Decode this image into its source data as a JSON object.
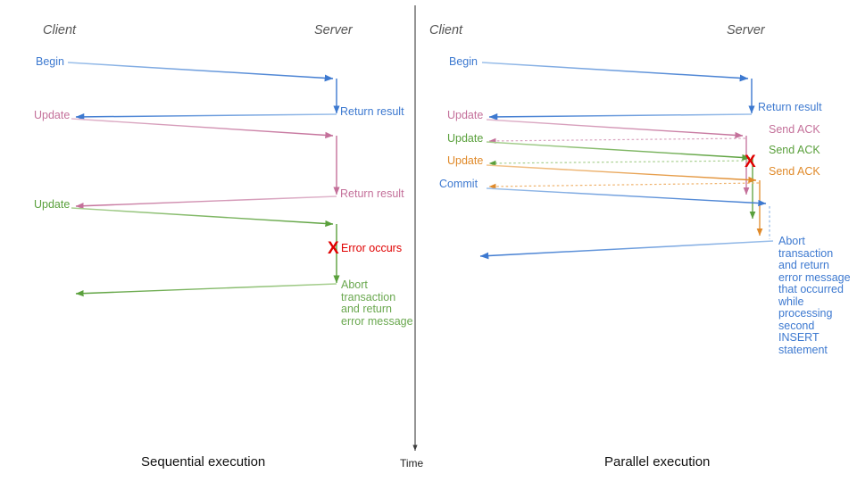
{
  "diagram": {
    "title_hidden": "",
    "colors": {
      "blue": "#3d79d0",
      "blue_light": "#7fa9e0",
      "pink": "#c4709a",
      "pink_light": "#d9a3bf",
      "green": "#5aa03c",
      "green_light": "#8fc273",
      "orange": "#e08a2a",
      "orange_light": "#efb36e",
      "red": "#e00000",
      "axis": "#3c3c3c",
      "header": "#555555",
      "caption": "#111111"
    },
    "divider": {
      "name": "time-axis",
      "time_label": "Time"
    },
    "left": {
      "caption": "Sequential execution",
      "header_client": "Client",
      "header_server": "Server",
      "client_labels": [
        {
          "text": "Begin",
          "color": "blue"
        },
        {
          "text": "Update",
          "color": "pink"
        },
        {
          "text": "Update",
          "color": "green"
        }
      ],
      "server_labels": [
        {
          "text": "Return result",
          "color": "blue"
        },
        {
          "text": "Return result",
          "color": "pink"
        },
        {
          "text": "Error occurs",
          "color": "red"
        },
        {
          "text": "Abort\ntransaction\nand return\nerror message",
          "color": "green"
        }
      ],
      "error_marker": "X"
    },
    "right": {
      "caption": "Parallel execution",
      "header_client": "Client",
      "header_server": "Server",
      "client_labels": [
        {
          "text": "Begin",
          "color": "blue"
        },
        {
          "text": "Update",
          "color": "pink"
        },
        {
          "text": "Update",
          "color": "green"
        },
        {
          "text": "Update",
          "color": "orange"
        },
        {
          "text": "Commit",
          "color": "blue"
        }
      ],
      "server_labels": [
        {
          "text": "Return result",
          "color": "blue"
        },
        {
          "text": "Send ACK",
          "color": "pink"
        },
        {
          "text": "Send ACK",
          "color": "green"
        },
        {
          "text": "Send ACK",
          "color": "orange"
        },
        {
          "text": "Abort\ntransaction\nand return\nerror message\nthat occurred\nwhile\nprocessing\nsecond\nINSERT\nstatement",
          "color": "blue"
        }
      ],
      "error_marker": "X"
    }
  }
}
